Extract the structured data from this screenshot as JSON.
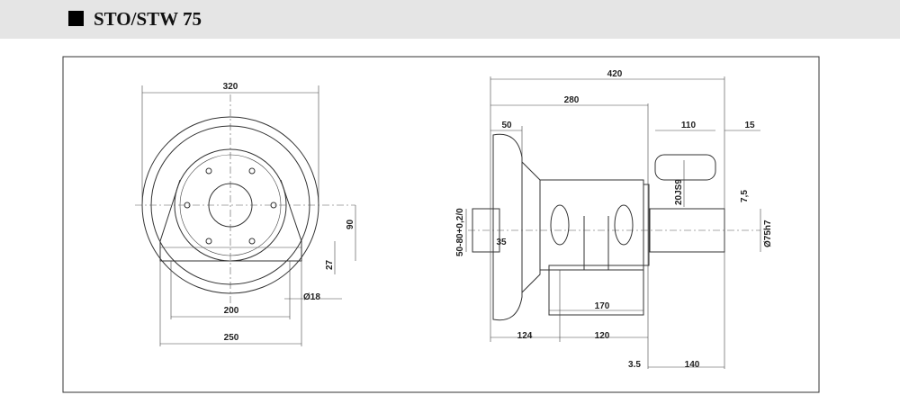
{
  "header": {
    "title": "STO/STW 75"
  },
  "front_view": {
    "dims": {
      "width_top": "320",
      "base_inner": "200",
      "base_outer": "250",
      "height_axis": "90",
      "base_height": "27",
      "hole": "Ø18"
    }
  },
  "side_view": {
    "dims": {
      "overall": "420",
      "to_flange": "280",
      "wheel": "50",
      "key_length": "110",
      "shaft_end": "15",
      "keyway": "20JS9",
      "key_offset": "7,5",
      "shaft_dia": "Ø75h7",
      "bore": "50-80+0,2/0",
      "bore_depth": "35",
      "base_length": "170",
      "hole_a": "124",
      "hole_b": "120",
      "gap": "3.5",
      "shaft_length": "140"
    }
  }
}
